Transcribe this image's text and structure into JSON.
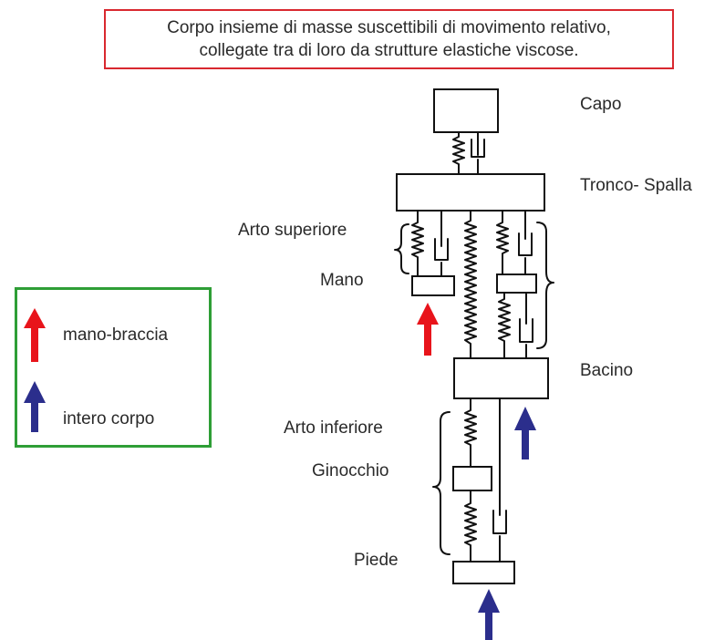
{
  "title": {
    "line1": "Corpo insieme di masse suscettibili di movimento relativo,",
    "line2": "collegate tra di loro da strutture elastiche viscose."
  },
  "labels": {
    "capo": "Capo",
    "tronco": "Tronco- Spalla",
    "arto_superiore": "Arto superiore",
    "mano": "Mano",
    "bacino": "Bacino",
    "arto_inferiore": "Arto inferiore",
    "ginocchio": "Ginocchio",
    "piede": "Piede"
  },
  "legend": {
    "items": [
      {
        "label": "mano-braccia",
        "color": "#e8141b"
      },
      {
        "label": "intero corpo",
        "color": "#2b2e8c"
      }
    ]
  },
  "colors": {
    "red_arrow": "#e8141b",
    "blue_arrow": "#2b2e8c",
    "title_border": "#d9282f",
    "legend_border": "#2e9e36"
  }
}
